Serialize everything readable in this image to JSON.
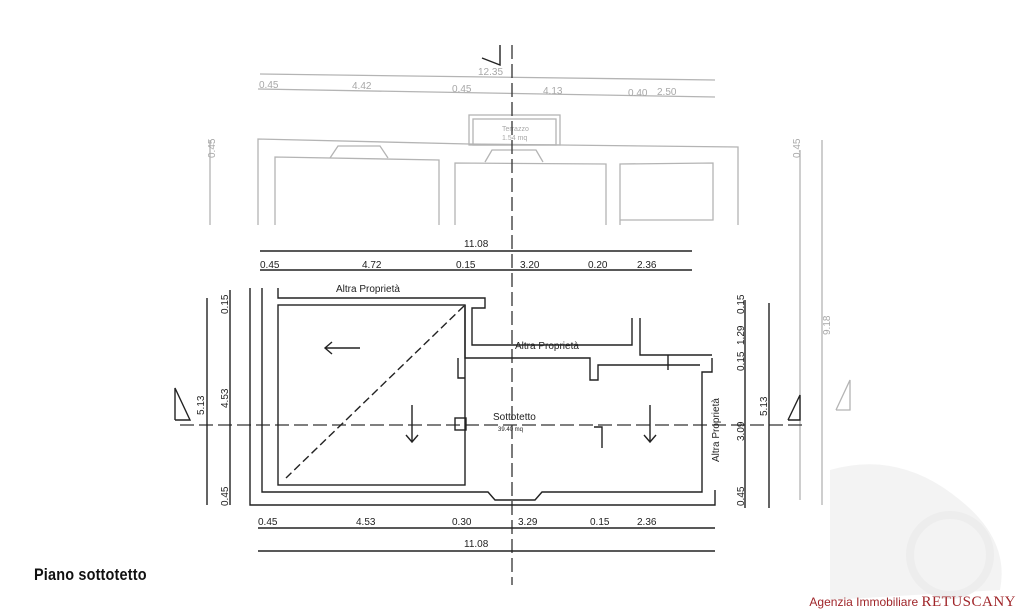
{
  "title": "Piano sottotetto",
  "agency": {
    "prefix": "Agenzia Immobiliare",
    "brand": "RETUSCANY"
  },
  "upper_plan": {
    "total": "12.35",
    "dims": [
      "0.45",
      "4.42",
      "0.45",
      "4.13",
      "0.40",
      "2.50"
    ],
    "terrace_label": "Terrazzo",
    "terrace_area": "1.54 mq",
    "left_dim": "0.45",
    "right_dim": "0.45",
    "right_total": "9.18"
  },
  "lower_plan": {
    "top_total": "11.08",
    "top_dims": [
      "0.45",
      "4.72",
      "0.15",
      "3.20",
      "0.20",
      "2.36"
    ],
    "bottom_dims": [
      "0.45",
      "4.53",
      "0.30",
      "3.29",
      "0.15",
      "2.36"
    ],
    "bottom_total": "11.08",
    "left_total": "5.13",
    "left_dims": [
      "0.15",
      "4.53",
      "0.45"
    ],
    "right_dims": [
      "0.15",
      "1.29",
      "0.15",
      "3.09",
      "0.45"
    ],
    "right_total": "5.13",
    "other_property": "Altra Proprietà",
    "room_label": "Sottotetto",
    "room_area": "39.40 mq"
  },
  "colors": {
    "line": "#222222",
    "faded": "#b4b4b4",
    "brand": "#a0262a"
  }
}
